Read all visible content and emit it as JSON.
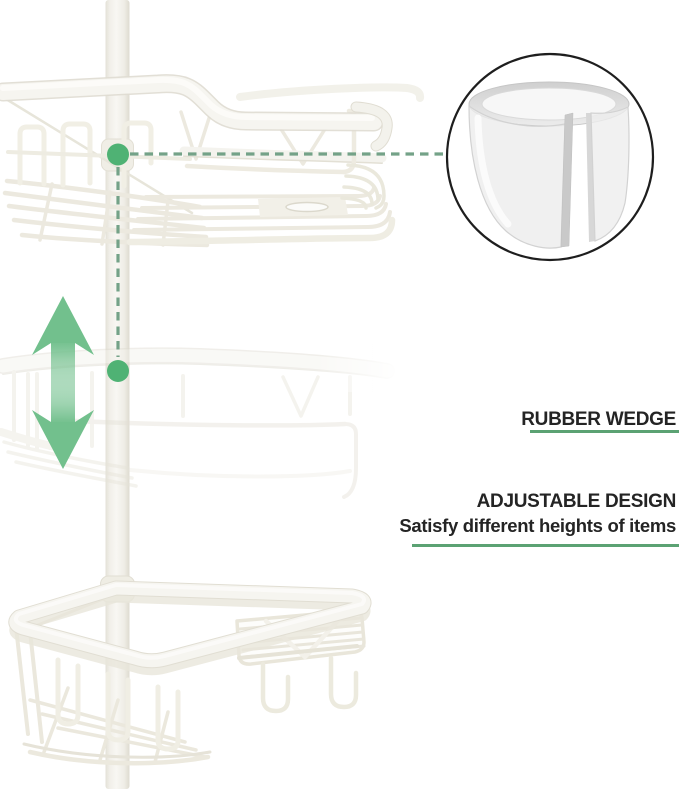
{
  "image": {
    "type": "product-marketing-diagram",
    "subject": "corner shower caddy shelves mounted on a tension pole",
    "background": "#FFFFFF"
  },
  "callouts": {
    "rubber_wedge": {
      "label": "RUBBER WEDGE"
    },
    "adjustable_design": {
      "title": "ADJUSTABLE DESIGN",
      "subtitle": "Satisfy different heights of items"
    }
  },
  "icons": {
    "adjust_arrow": "up-down-double-arrow",
    "leader_line": "green-dashed-leader",
    "anchor_dots": "green-callout-dots",
    "detail_view": "zoom-circle-rubber-wedge"
  },
  "colors": {
    "underline_green": "#5BA273",
    "dash_green": "#74A288",
    "dot_green": "#4FB274",
    "arrow_green": "#72C08D",
    "text_dark": "#242424",
    "circle_outline": "#1E1E1E",
    "product_white": "#F6F5F0",
    "product_edge": "#E2DFD4",
    "background": "#FFFFFF"
  }
}
